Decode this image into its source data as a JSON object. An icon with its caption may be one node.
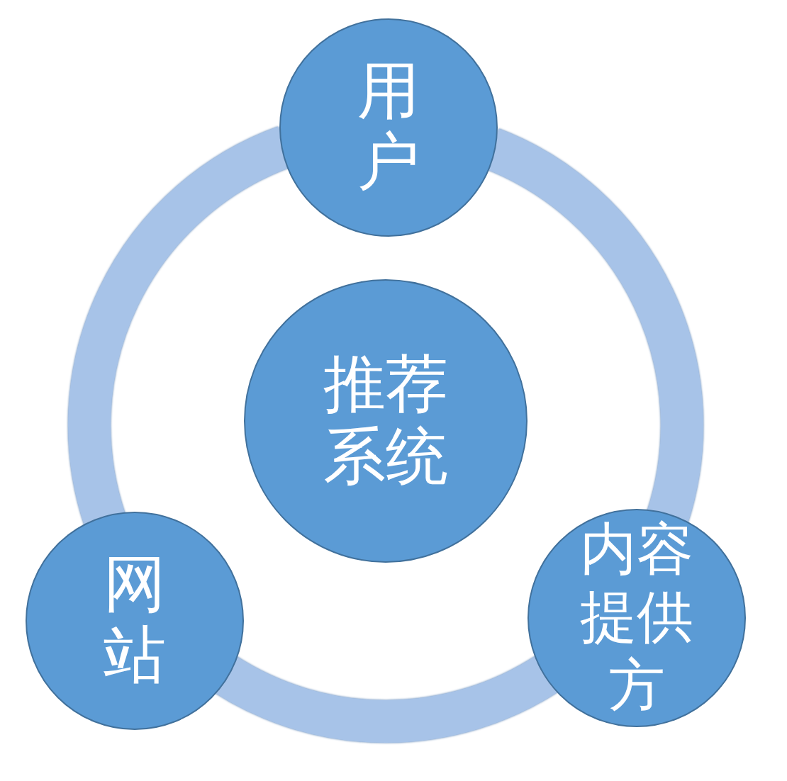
{
  "diagram": {
    "nodes": [
      {
        "text": [
          "用户"
        ]
      },
      {
        "text": [
          "推荐系统"
        ]
      },
      {
        "text": [
          "网站"
        ]
      },
      {
        "text": [
          "内容提供方"
        ]
      }
    ],
    "edges": [
      {
        "from": 0,
        "to": 3,
        "arrow": "none"
      },
      {
        "from": 3,
        "to": 2,
        "arrow": "none"
      },
      {
        "from": 2,
        "to": 0,
        "arrow": "none"
      }
    ]
  }
}
